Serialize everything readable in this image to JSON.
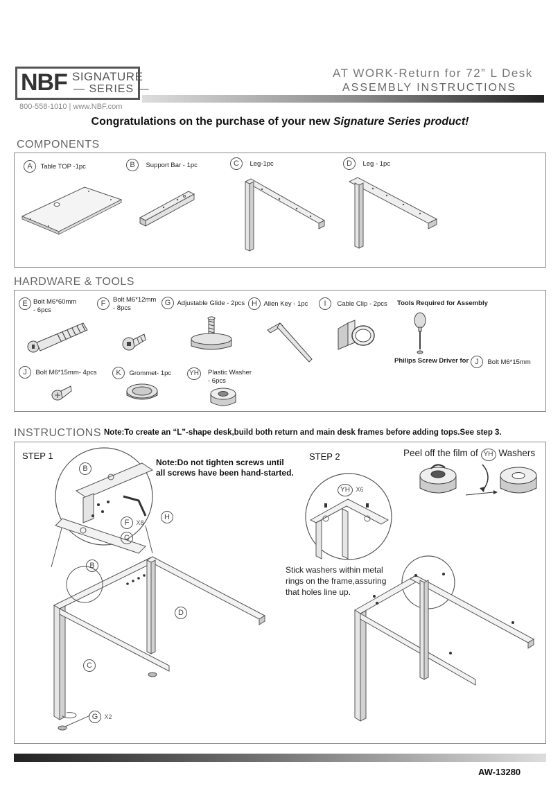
{
  "header": {
    "logo_nbf": "NBF",
    "logo_signature": "SIGNATURE",
    "logo_series": "— SERIES —",
    "contact": "800-558-1010  |  www.NBF.com",
    "title_line1": "AT WORK-Return for 72” L Desk",
    "title_line2": "ASSEMBLY INSTRUCTIONS"
  },
  "congrats": {
    "prefix": "Congratulations on the purchase of your new ",
    "emphasis": "Signature Series product!"
  },
  "components": {
    "title": "COMPONENTS",
    "items": [
      {
        "letter": "A",
        "label": "Table TOP -1pc"
      },
      {
        "letter": "B",
        "label": "Support Bar - 1pc"
      },
      {
        "letter": "C",
        "label": "Leg-1pc"
      },
      {
        "letter": "D",
        "label": "Leg - 1pc"
      }
    ]
  },
  "hardware": {
    "title": "HARDWARE & TOOLS",
    "items": [
      {
        "letter": "E",
        "label_line1": "Bolt M6*60mm",
        "label_line2": "- 6pcs"
      },
      {
        "letter": "F",
        "label_line1": "Bolt M6*12mm",
        "label_line2": "- 8pcs"
      },
      {
        "letter": "G",
        "label": "Adjustable Glide - 2pcs"
      },
      {
        "letter": "H",
        "label": "Allen Key - 1pc"
      },
      {
        "letter": "I",
        "label": "Cable Clip - 2pcs"
      },
      {
        "letter": "J",
        "label": "Bolt M6*15mm- 4pcs"
      },
      {
        "letter": "K",
        "label": "Grommet- 1pc"
      },
      {
        "letter": "YH",
        "label_line1": "Plastic Washer",
        "label_line2": "- 6pcs"
      }
    ],
    "tools_title": "Tools Required for Assembly",
    "tool_label": "Philips Screw Driver for",
    "tool_letter": "J",
    "tool_bolt": "Bolt M6*15mm"
  },
  "instructions": {
    "title": "INSTRUCTIONS",
    "note": "Note:To create an “L”-shape desk,build both return and main desk frames before adding tops.See step 3.",
    "step1": {
      "title": "STEP 1",
      "note_line1": "Note:Do not tighten screws until",
      "note_line2": "all screws have been hand-started.",
      "callouts": {
        "b1": "B",
        "h": "H",
        "f": "F",
        "f_qty": "X8",
        "c1": "C",
        "b2": "B",
        "d": "D",
        "c2": "C",
        "g": "G",
        "g_qty": "X2"
      }
    },
    "step2": {
      "title": "STEP 2",
      "peel_prefix": "Peel off the film of",
      "peel_letter": "YH",
      "peel_suffix": "Washers",
      "yh_letter": "YH",
      "yh_qty": "X6",
      "stick_line1": "Stick washers within metal",
      "stick_line2": "rings on the frame,assuring",
      "stick_line3": "that holes line up."
    }
  },
  "footer": {
    "code": "AW-13280"
  }
}
